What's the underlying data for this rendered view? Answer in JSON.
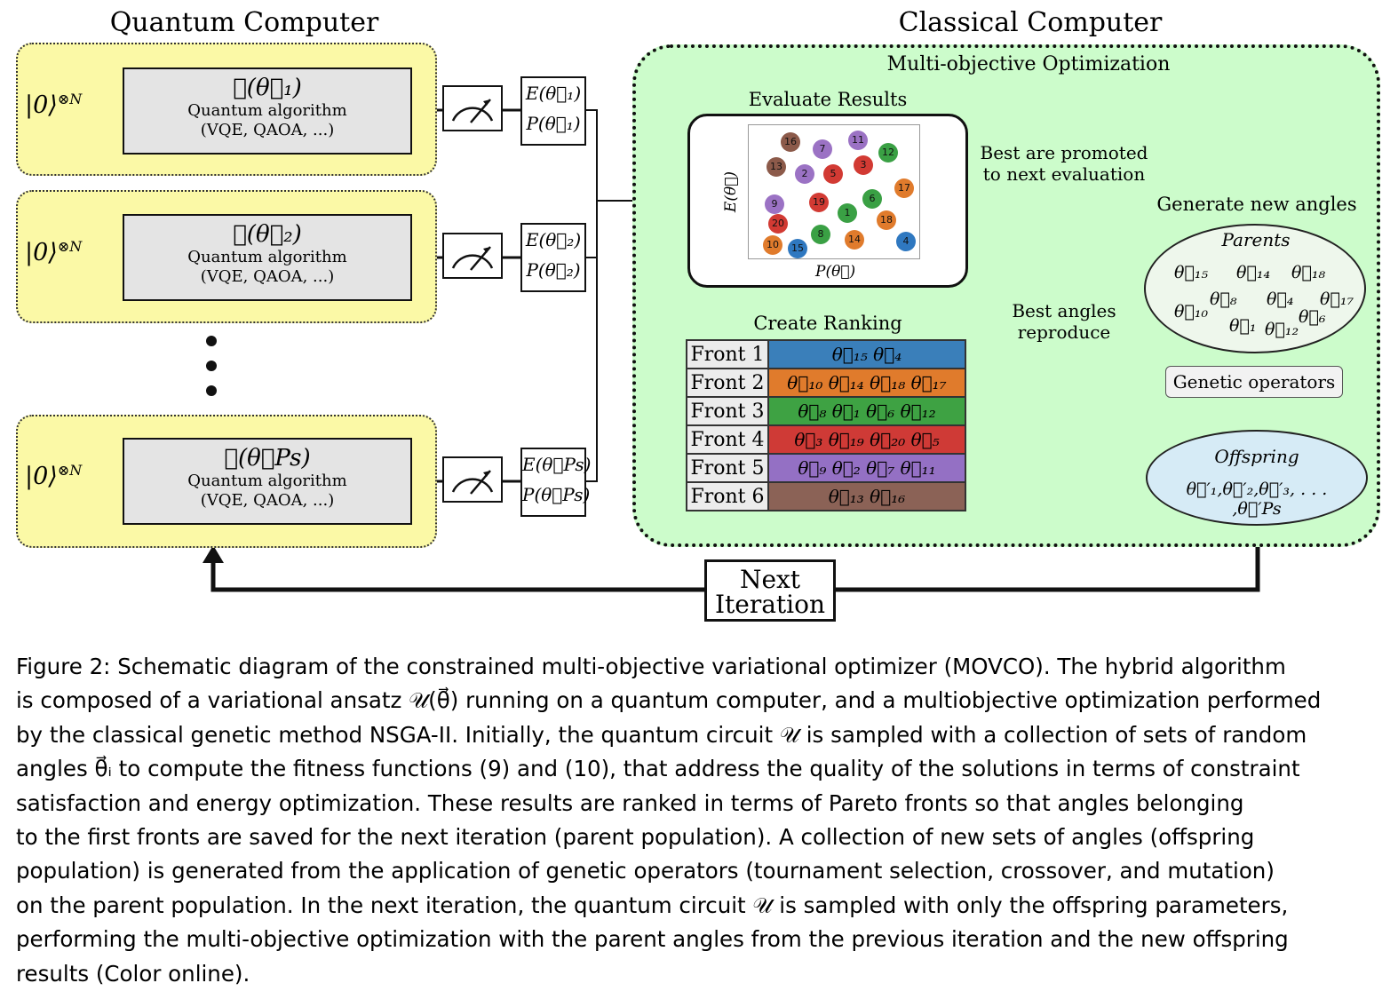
{
  "titles": {
    "quantum": "Quantum Computer",
    "classical": "Classical Computer",
    "moo": "Multi-objective Optimization"
  },
  "quantum_rows": [
    {
      "ket": "|0⟩",
      "ket_sup": "⊗N",
      "unitary": "𝒰(θ⃗₁)",
      "line1": "Quantum algorithm",
      "line2": "(VQE, QAOA, ...)",
      "E": "E(θ⃗₁)",
      "P": "P(θ⃗₁)"
    },
    {
      "ket": "|0⟩",
      "ket_sup": "⊗N",
      "unitary": "𝒰(θ⃗₂)",
      "line1": "Quantum algorithm",
      "line2": "(VQE, QAOA, ...)",
      "E": "E(θ⃗₂)",
      "P": "P(θ⃗₂)"
    },
    {
      "ket": "|0⟩",
      "ket_sup": "⊗N",
      "unitary": "𝒰(θ⃗Ps)",
      "line1": "Quantum algorithm",
      "line2": "(VQE, QAOA, ...)",
      "E": "E(θ⃗Ps)",
      "P": "P(θ⃗Ps)"
    }
  ],
  "evaluate": {
    "title": "Evaluate Results",
    "ylabel": "E(θ⃗)",
    "xlabel": "P(θ⃗)",
    "points": [
      {
        "n": "16",
        "color": "#8c5a4a"
      },
      {
        "n": "7",
        "color": "#9b72c4"
      },
      {
        "n": "11",
        "color": "#9b72c4"
      },
      {
        "n": "12",
        "color": "#3aa044"
      },
      {
        "n": "13",
        "color": "#8c5a4a"
      },
      {
        "n": "2",
        "color": "#9b72c4"
      },
      {
        "n": "5",
        "color": "#d23a33"
      },
      {
        "n": "3",
        "color": "#d23a33"
      },
      {
        "n": "17",
        "color": "#e07b2c"
      },
      {
        "n": "9",
        "color": "#9b72c4"
      },
      {
        "n": "19",
        "color": "#d23a33"
      },
      {
        "n": "6",
        "color": "#3aa044"
      },
      {
        "n": "1",
        "color": "#3aa044"
      },
      {
        "n": "20",
        "color": "#d23a33"
      },
      {
        "n": "18",
        "color": "#e07b2c"
      },
      {
        "n": "8",
        "color": "#3aa044"
      },
      {
        "n": "10",
        "color": "#e07b2c"
      },
      {
        "n": "15",
        "color": "#2f78c0"
      },
      {
        "n": "14",
        "color": "#e07b2c"
      },
      {
        "n": "4",
        "color": "#2f78c0"
      }
    ]
  },
  "promoted": [
    "Best are promoted",
    "to next evaluation"
  ],
  "ranking": {
    "title": "Create Ranking",
    "fronts": [
      {
        "label": "Front 1",
        "color": "#3a7fba",
        "angles": "θ⃗₁₅   θ⃗₄"
      },
      {
        "label": "Front 2",
        "color": "#e07b2c",
        "angles": "θ⃗₁₀   θ⃗₁₄   θ⃗₁₈   θ⃗₁₇"
      },
      {
        "label": "Front 3",
        "color": "#3ea243",
        "angles": "θ⃗₈   θ⃗₁   θ⃗₆   θ⃗₁₂"
      },
      {
        "label": "Front 4",
        "color": "#cf3a36",
        "angles": "θ⃗₃   θ⃗₁₉   θ⃗₂₀   θ⃗₅"
      },
      {
        "label": "Front 5",
        "color": "#9470c4",
        "angles": "θ⃗₉   θ⃗₂   θ⃗₇   θ⃗₁₁"
      },
      {
        "label": "Front 6",
        "color": "#8b6256",
        "angles": "θ⃗₁₃   θ⃗₁₆"
      }
    ]
  },
  "reproduce": [
    "Best angles",
    "reproduce"
  ],
  "generate": {
    "title": "Generate new angles",
    "parents_title": "Parents",
    "parents": [
      "θ⃗₁₅",
      "θ⃗₁₄",
      "θ⃗₁₈",
      "θ⃗₈",
      "θ⃗₄",
      "θ⃗₁₇",
      "θ⃗₁₀",
      "θ⃗₆",
      "θ⃗₁",
      "θ⃗₁₂"
    ],
    "operators": "Genetic operators",
    "offspring_title": "Offspring",
    "offspring": "θ⃗′₁,θ⃗′₂,θ⃗′₃, . . . ,θ⃗′Ps"
  },
  "next_iteration": [
    "Next",
    "Iteration"
  ],
  "caption": [
    "Figure 2: Schematic diagram of the constrained multi-objective variational optimizer (MOVCO). The hybrid algorithm",
    "is composed of a variational ansatz 𝒰(θ⃗) running on a quantum computer, and a multiobjective optimization performed",
    "by the classical genetic method NSGA-II. Initially, the quantum circuit 𝒰 is sampled with a collection of sets of random",
    "angles θ⃗ᵢ to compute the fitness functions (9) and (10), that address the quality of the solutions in terms of constraint",
    "satisfaction and energy optimization. These results are ranked in terms of Pareto fronts so that angles belonging",
    "to the first fronts are saved for the next iteration (parent population). A collection of new sets of angles (offspring",
    "population) is generated from the application of genetic operators (tournament selection, crossover, and mutation)",
    "on the parent population. In the next iteration, the quantum circuit 𝒰 is sampled with only the offspring parameters,",
    "performing the multi-objective optimization with the parent angles from the previous iteration and the new offspring",
    "results (Color online)."
  ]
}
